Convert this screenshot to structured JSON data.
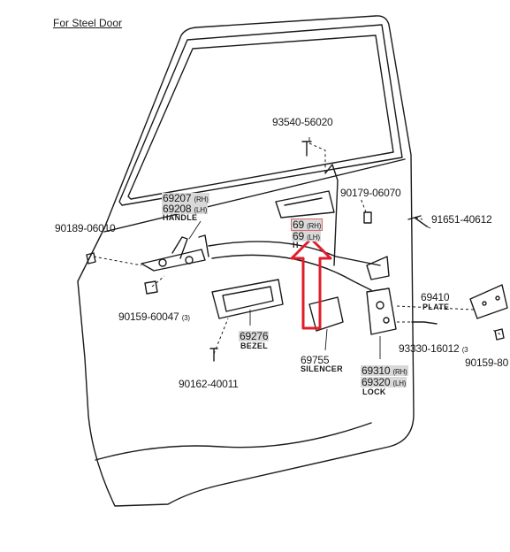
{
  "title": "For Steel Door",
  "parts": {
    "p93540": "93540-56020",
    "p90179": "90179-06070",
    "p91651": "91651-40612",
    "p69207": "69207",
    "p69207_side": "(RH)",
    "p69208": "69208",
    "p69208_side": "(LH)",
    "handle_name": "HANDLE",
    "p90189": "90189-06010",
    "inner_rh_num": "69",
    "inner_rh_side": "(RH)",
    "inner_lh_num": "69",
    "inner_lh_side": "(LH)",
    "inner_name": "H",
    "p69410": "69410",
    "plate_name": "PLATE",
    "p90159_60047": "90159-60047",
    "p90159_60047_qty": "(3)",
    "p69276": "69276",
    "bezel_name": "BEZEL",
    "p69755": "69755",
    "silencer_name": "SILENCER",
    "p93330": "93330-16012",
    "p93330_qty": "(3",
    "p90159_80": "90159-80",
    "p69310": "69310",
    "p69310_side": "(RH)",
    "p69320": "69320",
    "p69320_side": "(LH)",
    "lock_name": "LOCK",
    "p90162": "90162-40011"
  },
  "colors": {
    "line": "#1a1a1a",
    "arrow": "#e11d2a",
    "highlight": "#d9d9d9"
  }
}
